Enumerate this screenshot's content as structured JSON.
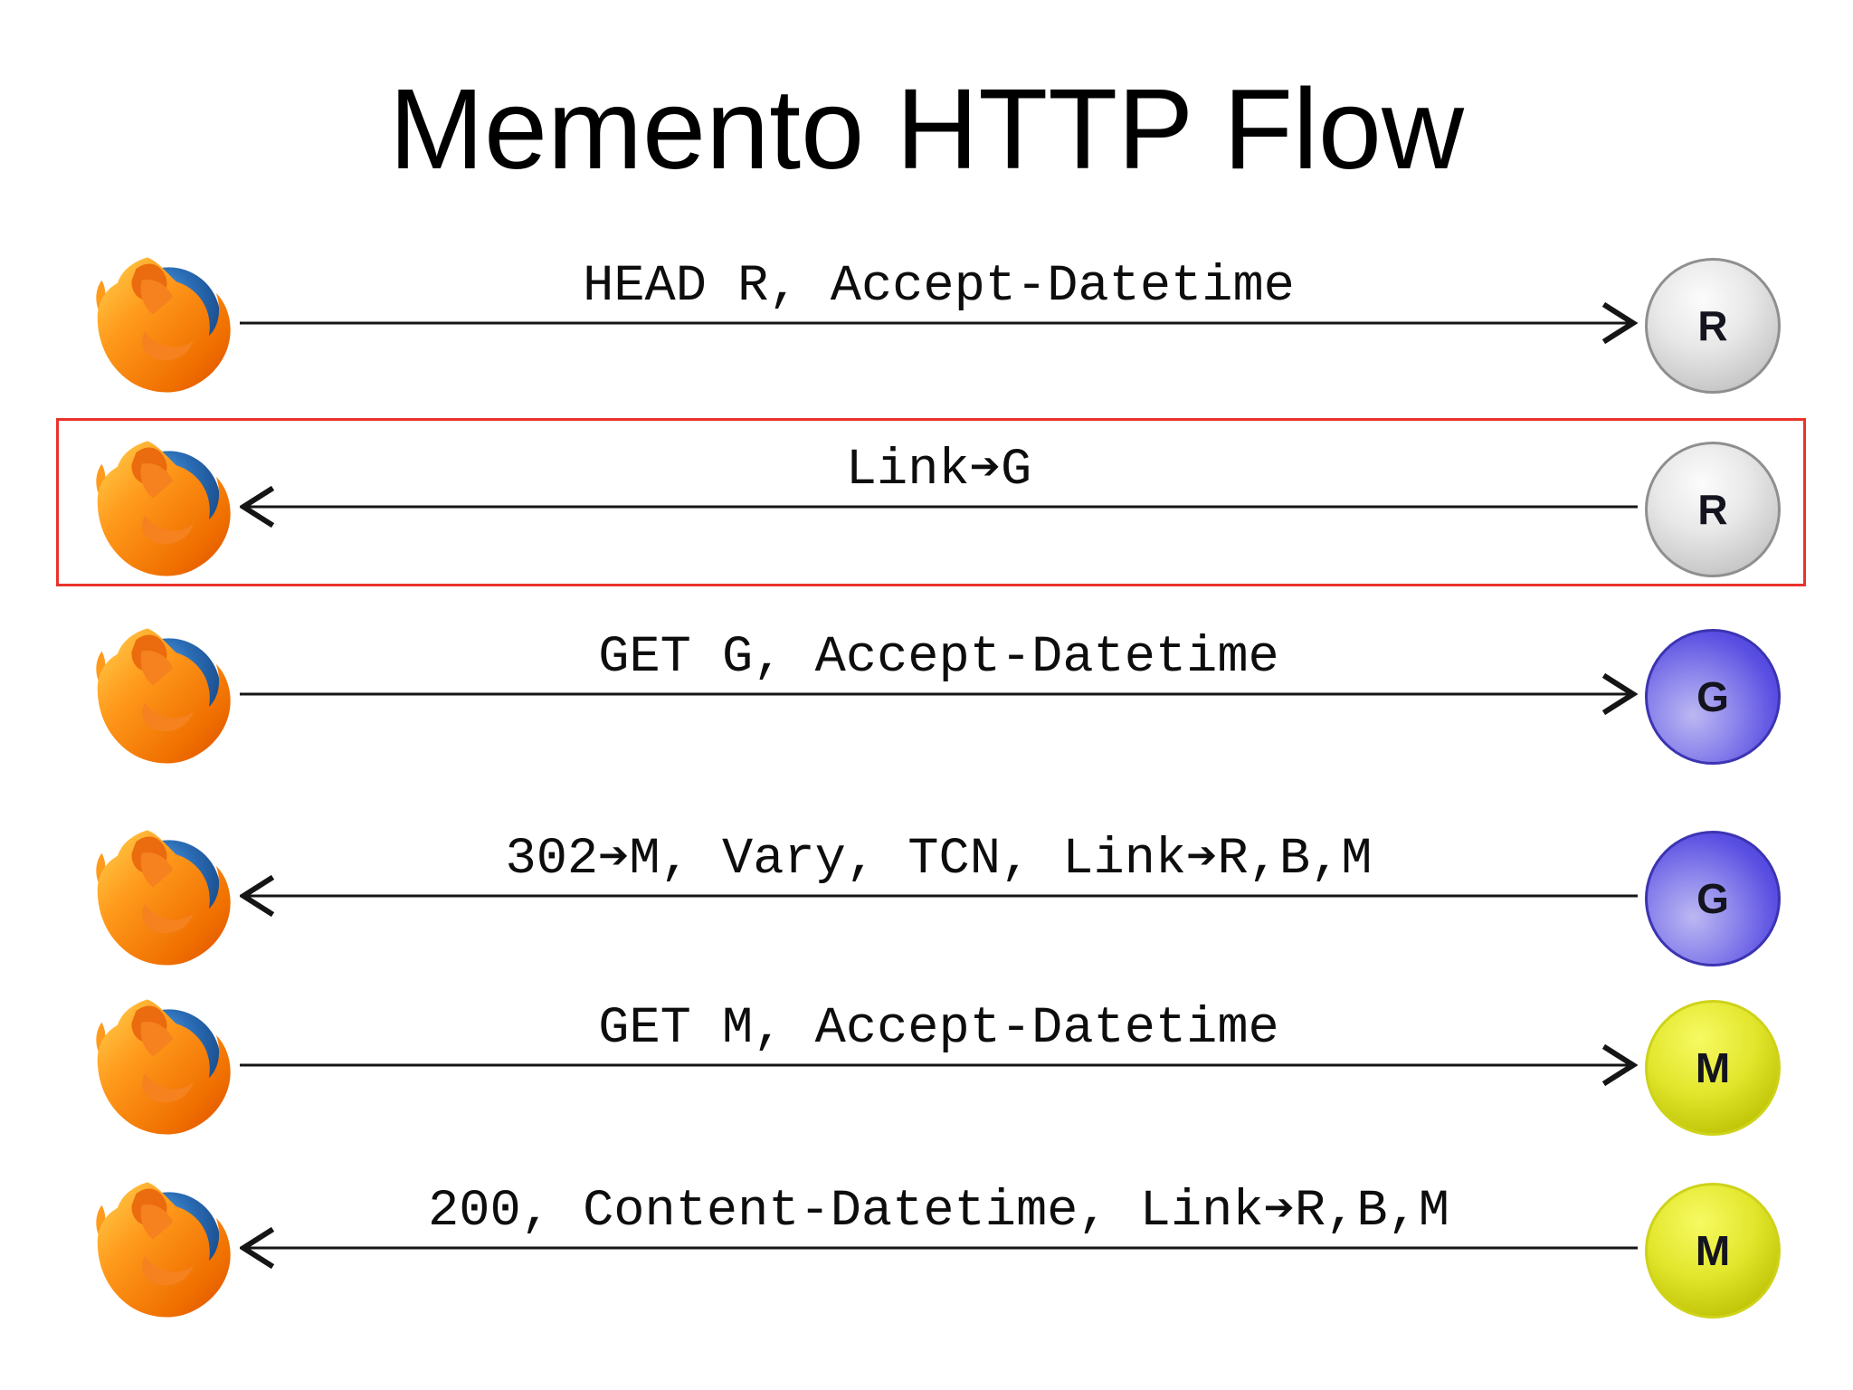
{
  "title": "Memento HTTP Flow",
  "colors": {
    "highlight_border": "#e8332b",
    "arrow_line": "#151515",
    "server_r_gray": "#d9d9d9",
    "server_g_blue": "#5a4fe2",
    "server_m_yellow": "#d8dc20"
  },
  "highlighted_row_index": 1,
  "rows": [
    {
      "message": "HEAD R, Accept-Datetime",
      "direction": "browser-to-server",
      "server_label": "R",
      "highlighted": false
    },
    {
      "message": "Link➔G",
      "direction": "server-to-browser",
      "server_label": "R",
      "highlighted": true
    },
    {
      "message": "GET G, Accept-Datetime",
      "direction": "browser-to-server",
      "server_label": "G",
      "highlighted": false
    },
    {
      "message": "302➔M, Vary, TCN, Link➔R,B,M",
      "direction": "server-to-browser",
      "server_label": "G",
      "highlighted": false
    },
    {
      "message": "GET M, Accept-Datetime",
      "direction": "browser-to-server",
      "server_label": "M",
      "highlighted": false
    },
    {
      "message": "200, Content-Datetime, Link➔R,B,M",
      "direction": "server-to-browser",
      "server_label": "M",
      "highlighted": false
    }
  ]
}
